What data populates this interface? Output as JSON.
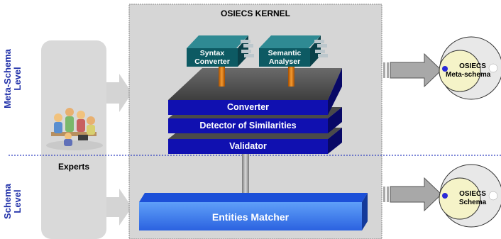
{
  "kernel": {
    "title": "OSIECS KERNEL",
    "syntax_converter": [
      "Syntax",
      "Converter"
    ],
    "semantic_analyser": [
      "Semantic",
      "Analyser"
    ],
    "layers": {
      "converter": "Converter",
      "detector": "Detector of Similarities",
      "validator": "Validator"
    },
    "entities_matcher": "Entities Matcher"
  },
  "levels": {
    "meta_schema": [
      "Meta-Schema",
      "Level"
    ],
    "schema": [
      "Schema",
      "Level"
    ]
  },
  "experts": {
    "label": "Experts"
  },
  "outputs": {
    "meta_schema": [
      "OSIECS",
      "Meta-schema"
    ],
    "schema": [
      "OSIECS",
      "Schema"
    ]
  },
  "colors": {
    "level_text": "#1f2fa8",
    "layer_blue": "#1010b0",
    "matcher_blue": "#3a78f0",
    "module_teal": "#0d5a63",
    "connector_orange": "#e07810",
    "kernel_bg": "#d6d6d6",
    "arrow_gray": "#a8a8a8",
    "circle_yellow": "#f5f3c8"
  }
}
